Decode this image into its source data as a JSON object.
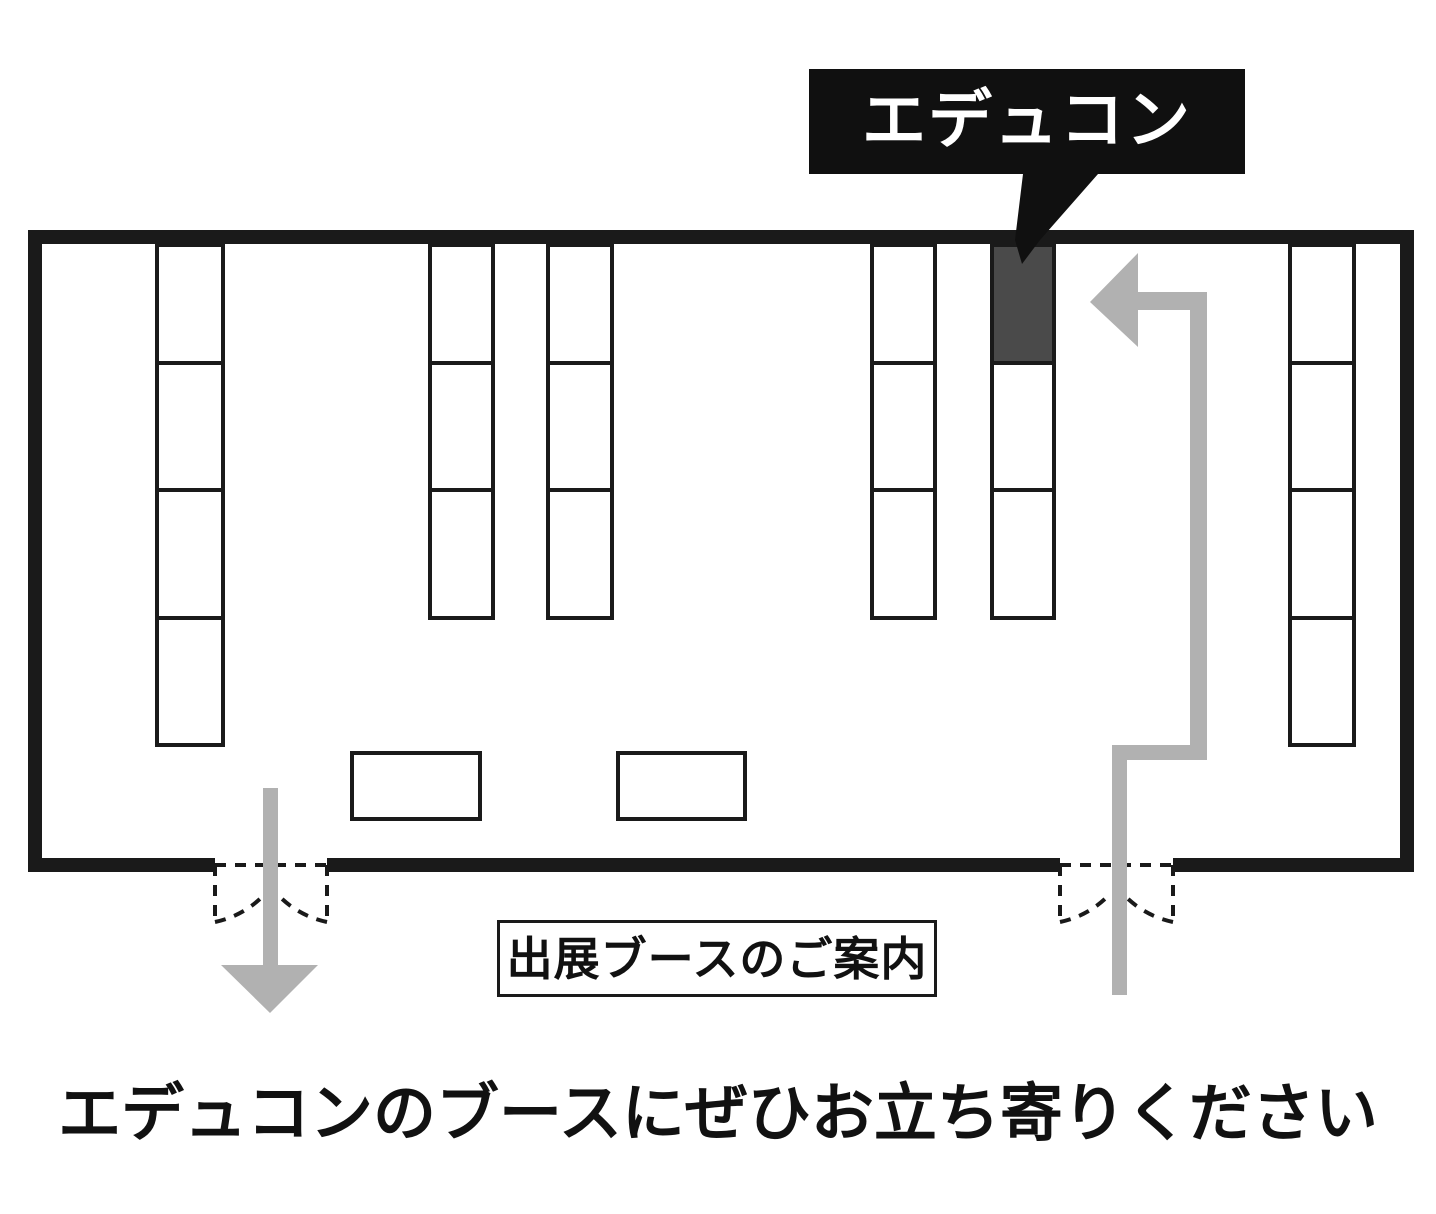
{
  "callout": {
    "label": "エデュコン",
    "bg_color": "#101010",
    "text_color": "#ffffff"
  },
  "legend": {
    "label": "出展ブースのご案内"
  },
  "caption": {
    "text": "エデュコンのブースにぜひお立ち寄りください"
  },
  "floorplan": {
    "highlighted_booth_label": "エデュコン",
    "highlight_color": "#4a4a4a",
    "wall_color": "#1a1a1a",
    "booth_fill": "#ffffff",
    "arrow_color": "#b1b1b1",
    "columns": [
      {
        "id": "left",
        "cells": 4
      },
      {
        "id": "mid-left-a",
        "cells": 3
      },
      {
        "id": "mid-left-b",
        "cells": 3
      },
      {
        "id": "mid-right-a",
        "cells": 3
      },
      {
        "id": "mid-right-b",
        "cells": 3,
        "highlighted_cell": 1
      },
      {
        "id": "right",
        "cells": 4
      }
    ],
    "tables": 2,
    "doors": [
      {
        "id": "door-left",
        "type": "double-swing"
      },
      {
        "id": "door-right",
        "type": "double-swing"
      }
    ],
    "arrows": [
      {
        "id": "entrance-arrow",
        "direction": "up-then-left"
      },
      {
        "id": "exit-arrow",
        "direction": "down-out"
      }
    ]
  }
}
